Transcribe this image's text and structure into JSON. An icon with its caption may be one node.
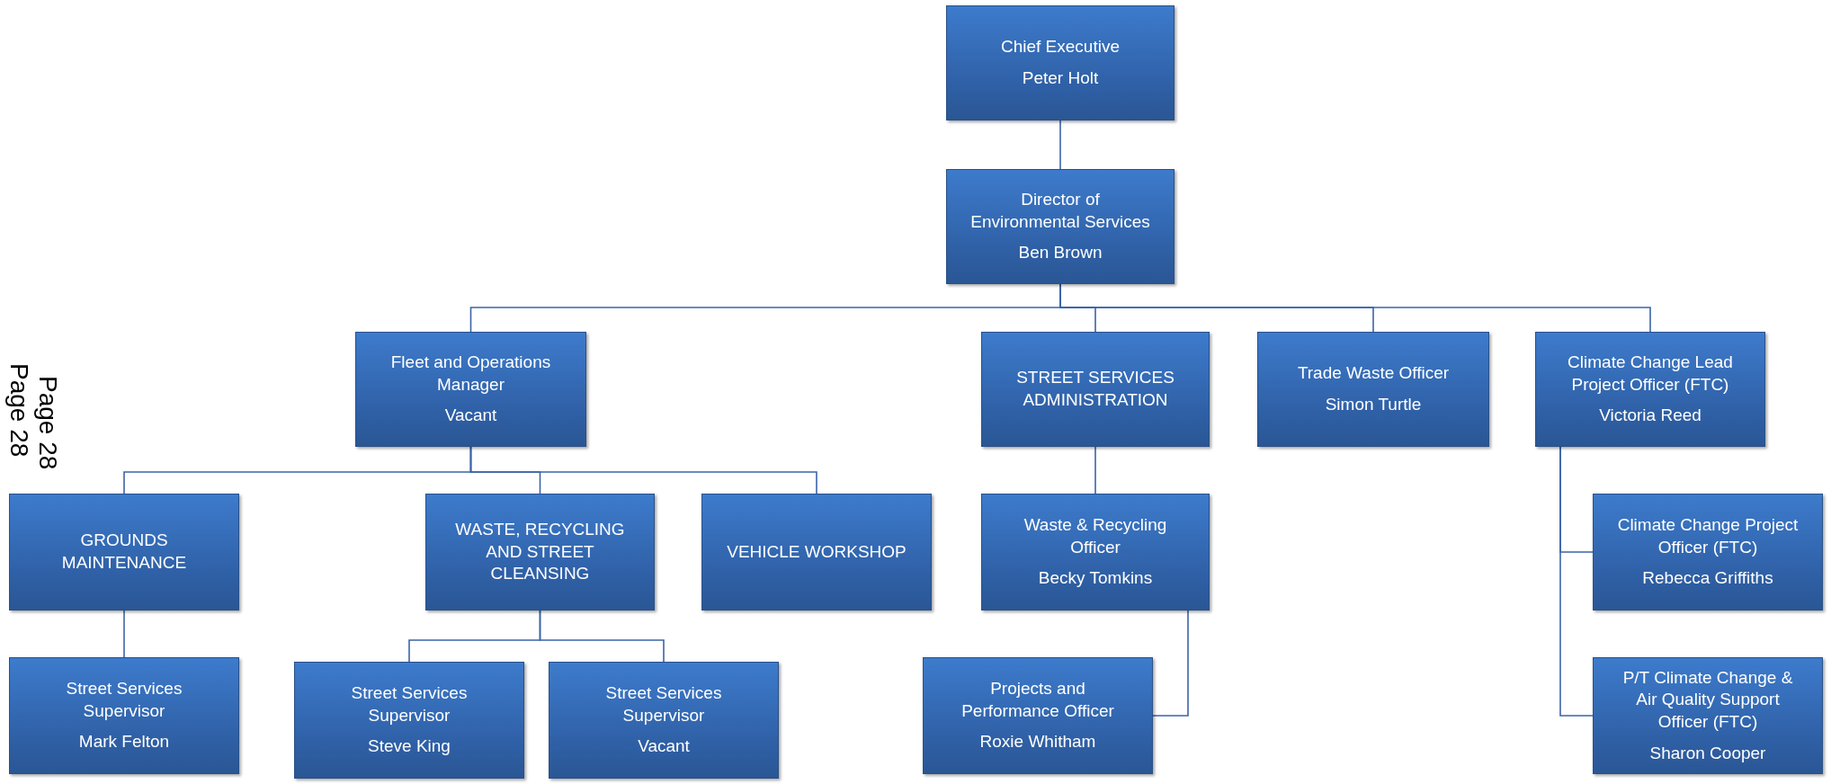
{
  "diagram": {
    "nodes": [
      {
        "text": [
          "Chief Executive",
          "Peter Holt"
        ]
      },
      {
        "text": [
          "Director of Environmental Services",
          "Ben Brown"
        ]
      },
      {
        "text": [
          "Fleet and Operations Manager",
          "Vacant"
        ]
      },
      {
        "text": [
          "STREET SERVICES ADMINISTRATION"
        ]
      },
      {
        "text": [
          "Trade Waste Officer",
          "Simon Turtle"
        ]
      },
      {
        "text": [
          "Climate Change Lead Project Officer (FTC)",
          "Victoria Reed"
        ]
      },
      {
        "text": [
          "GROUNDS MAINTENANCE"
        ]
      },
      {
        "text": [
          "WASTE, RECYCLING AND STREET CLEANSING"
        ]
      },
      {
        "text": [
          "VEHICLE WORKSHOP"
        ]
      },
      {
        "text": [
          "Waste & Recycling Officer",
          "Becky Tomkins"
        ]
      },
      {
        "text": [
          "Climate Change Project Officer (FTC)",
          "Rebecca Griffiths"
        ]
      },
      {
        "text": [
          "Street Services Supervisor",
          "Mark Felton"
        ]
      },
      {
        "text": [
          "Street Services Supervisor",
          "Steve King"
        ]
      },
      {
        "text": [
          "Street Services Supervisor",
          "Vacant"
        ]
      },
      {
        "text": [
          "Projects and Performance Officer",
          "Roxie Whitham"
        ]
      },
      {
        "text": [
          "P/T Climate Change & Air Quality Support Officer (FTC)",
          "Sharon Cooper"
        ]
      }
    ],
    "edges": [
      {
        "from": 0,
        "to": 1,
        "arrow": "none"
      },
      {
        "from": 1,
        "to": 2,
        "arrow": "none"
      },
      {
        "from": 1,
        "to": 3,
        "arrow": "none"
      },
      {
        "from": 1,
        "to": 4,
        "arrow": "none"
      },
      {
        "from": 1,
        "to": 5,
        "arrow": "none"
      },
      {
        "from": 2,
        "to": 6,
        "arrow": "none"
      },
      {
        "from": 2,
        "to": 7,
        "arrow": "none"
      },
      {
        "from": 2,
        "to": 8,
        "arrow": "none"
      },
      {
        "from": 3,
        "to": 9,
        "arrow": "none"
      },
      {
        "from": 5,
        "to": 10,
        "arrow": "none"
      },
      {
        "from": 5,
        "to": 15,
        "arrow": "none"
      },
      {
        "from": 6,
        "to": 11,
        "arrow": "none"
      },
      {
        "from": 7,
        "to": 12,
        "arrow": "none"
      },
      {
        "from": 7,
        "to": 13,
        "arrow": "none"
      },
      {
        "from": 9,
        "to": 14,
        "arrow": "none"
      }
    ],
    "labels": [
      "Page 28",
      "Page 28"
    ]
  }
}
